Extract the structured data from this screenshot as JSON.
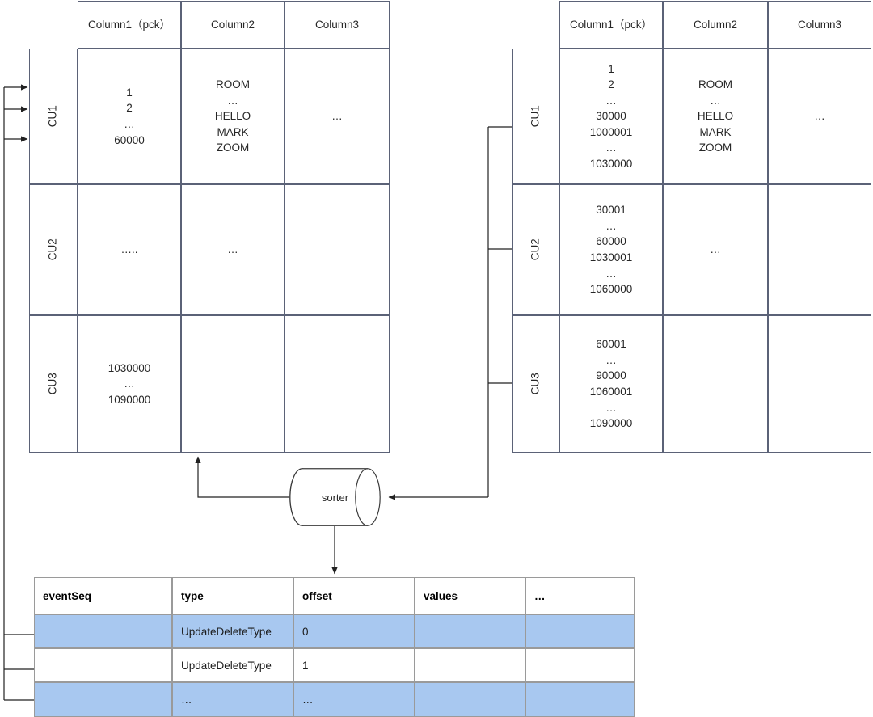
{
  "diagram": {
    "title": "CU table redistribution to sorter and event log",
    "colors": {
      "table_border": "#5b6277",
      "event_border": "#9a9a9a",
      "row_highlight": "#a8c8f0",
      "wire": "#222222",
      "text": "#262626"
    }
  },
  "left_table": {
    "name": "source-cu-table",
    "headers": [
      "Column1（pck）",
      "Column2",
      "Column3"
    ],
    "rows": [
      {
        "cu": "CU1",
        "cells": [
          "1\n2\n…\n60000",
          "ROOM\n…\nHELLO\nMARK\nZOOM",
          "…"
        ]
      },
      {
        "cu": "CU2",
        "cells": [
          "…..",
          "…",
          ""
        ]
      },
      {
        "cu": "CU3",
        "cells": [
          "1030000\n…\n1090000",
          "",
          ""
        ]
      }
    ]
  },
  "right_table": {
    "name": "target-cu-table",
    "headers": [
      "Column1（pck）",
      "Column2",
      "Column3"
    ],
    "rows": [
      {
        "cu": "CU1",
        "cells": [
          "1\n2\n…\n30000\n1000001\n…\n1030000",
          "ROOM\n…\nHELLO\nMARK\nZOOM",
          "…"
        ]
      },
      {
        "cu": "CU2",
        "cells": [
          "30001\n…\n60000\n1030001\n…\n1060000",
          "…",
          ""
        ]
      },
      {
        "cu": "CU3",
        "cells": [
          "60001\n…\n90000\n1060001\n…\n1090000",
          "",
          ""
        ]
      }
    ]
  },
  "sorter": {
    "label": "sorter"
  },
  "event_table": {
    "name": "event-log-table",
    "headers": [
      "eventSeq",
      "type",
      "offset",
      "values",
      "…"
    ],
    "rows": [
      {
        "highlight": true,
        "cells": [
          "",
          "UpdateDeleteType",
          "0",
          "",
          ""
        ]
      },
      {
        "highlight": false,
        "cells": [
          "",
          "UpdateDeleteType",
          "1",
          "",
          ""
        ]
      },
      {
        "highlight": true,
        "cells": [
          "",
          "…",
          "…",
          "",
          ""
        ]
      }
    ]
  }
}
